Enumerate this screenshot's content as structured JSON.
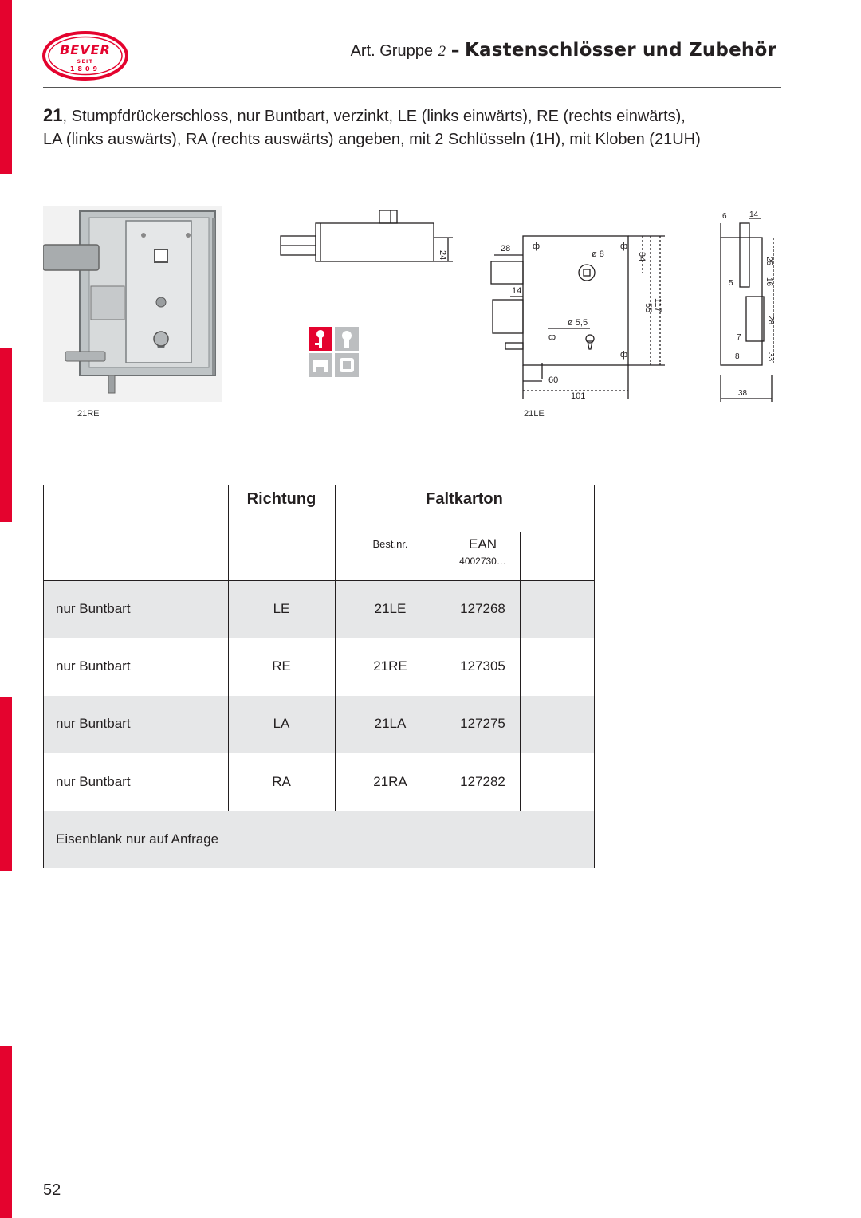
{
  "brand": {
    "name": "BEVER",
    "since_label": "SEIT",
    "year": "1809",
    "red": "#e4032e"
  },
  "header": {
    "group_label": "Art. Gruppe",
    "group_number": "2",
    "dash": "–",
    "title": "Kastenschlösser und Zubehör"
  },
  "description": {
    "article_number": "21",
    "line1": ", Stumpfdrückerschloss, nur Buntbart, verzinkt, LE (links einwärts), RE (rechts einwärts),",
    "line2": "LA (links auswärts), RA (rechts auswärts) angeben, mit 2 Schlüsseln (1H), mit Kloben (21UH)"
  },
  "figures": {
    "photo_caption": "21RE",
    "drawing_caption": "21LE",
    "dimensions": {
      "side": [
        "24"
      ],
      "front": [
        "28",
        "14",
        "ø 8",
        "34",
        "55",
        "117",
        "ø 5,5",
        "60",
        "101"
      ],
      "end": [
        "6",
        "14",
        "25",
        "16",
        "5",
        "28",
        "7",
        "8",
        "33",
        "38"
      ]
    },
    "icons": [
      "key-left-icon",
      "keyhole-icon",
      "bolt-icon",
      "square-follower-icon"
    ]
  },
  "table": {
    "headers": {
      "direction": "Richtung",
      "carton": "Faltkarton",
      "order_no": "Best.nr.",
      "ean": "EAN",
      "ean_prefix": "4002730…"
    },
    "rows": [
      {
        "type": "nur Buntbart",
        "direction": "LE",
        "order_no": "21LE",
        "ean": "127268"
      },
      {
        "type": "nur Buntbart",
        "direction": "RE",
        "order_no": "21RE",
        "ean": "127305"
      },
      {
        "type": "nur Buntbart",
        "direction": "LA",
        "order_no": "21LA",
        "ean": "127275"
      },
      {
        "type": "nur Buntbart",
        "direction": "RA",
        "order_no": "21RA",
        "ean": "127282"
      }
    ],
    "footnote": "Eisenblank nur auf Anfrage",
    "shade_color": "#e6e7e8"
  },
  "page_number": "52"
}
